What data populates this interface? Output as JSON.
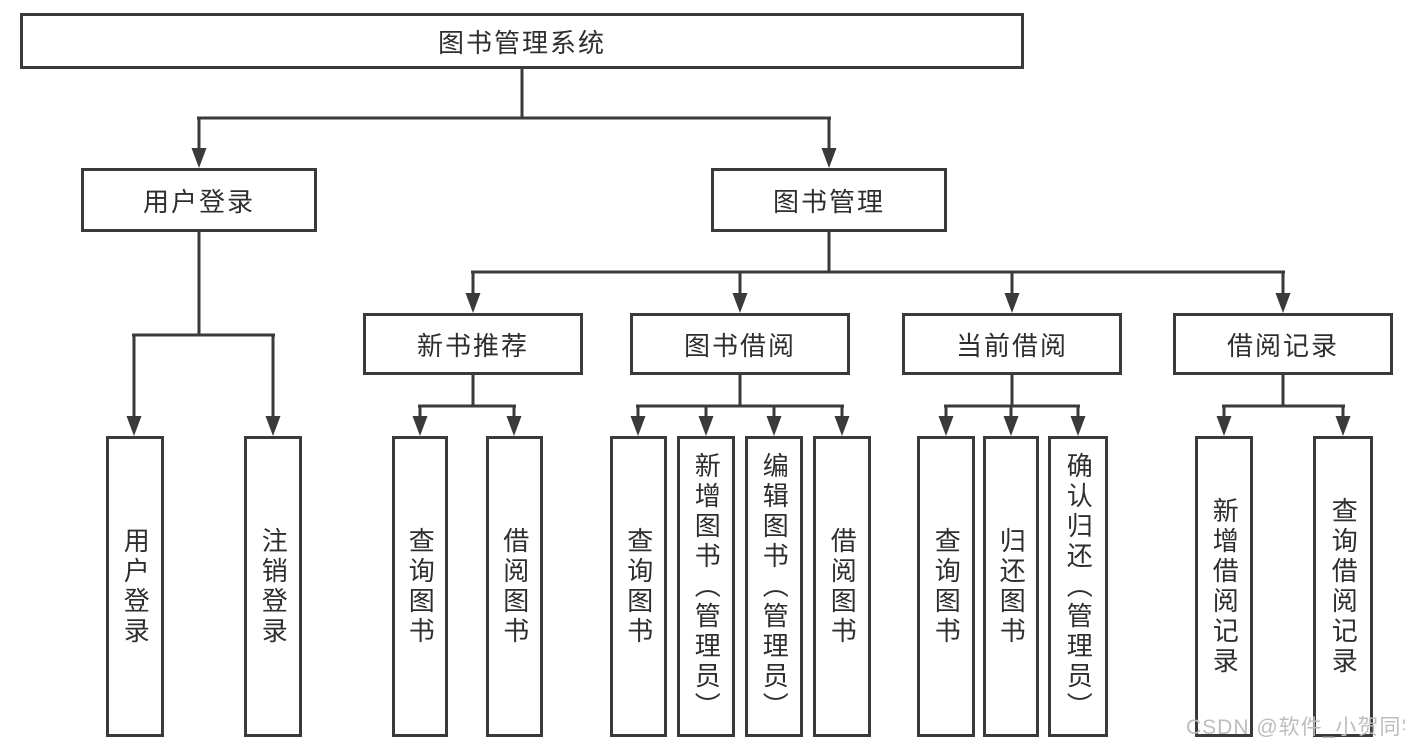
{
  "tree": {
    "label": "图书管理系统",
    "children": [
      {
        "label": "用户登录",
        "children": [
          {
            "label": "用户登录"
          },
          {
            "label": "注销登录"
          }
        ]
      },
      {
        "label": "图书管理",
        "children": [
          {
            "label": "新书推荐",
            "children": [
              {
                "label": "查询图书"
              },
              {
                "label": "借阅图书"
              }
            ]
          },
          {
            "label": "图书借阅",
            "children": [
              {
                "label": "查询图书"
              },
              {
                "label": "新增图书（管理员）"
              },
              {
                "label": "编辑图书（管理员）"
              },
              {
                "label": "借阅图书"
              }
            ]
          },
          {
            "label": "当前借阅",
            "children": [
              {
                "label": "查询图书"
              },
              {
                "label": "归还图书"
              },
              {
                "label": "确认归还（管理员）"
              }
            ]
          },
          {
            "label": "借阅记录",
            "children": [
              {
                "label": "新增借阅记录"
              },
              {
                "label": "查询借阅记录"
              }
            ]
          }
        ]
      }
    ]
  },
  "watermark": {
    "text": "CSDN @软件_小贺同学"
  },
  "colors": {
    "line": "#3a3a3a",
    "text": "#2e2e2e",
    "watermark": "#bdbdbd",
    "background": "#ffffff"
  }
}
